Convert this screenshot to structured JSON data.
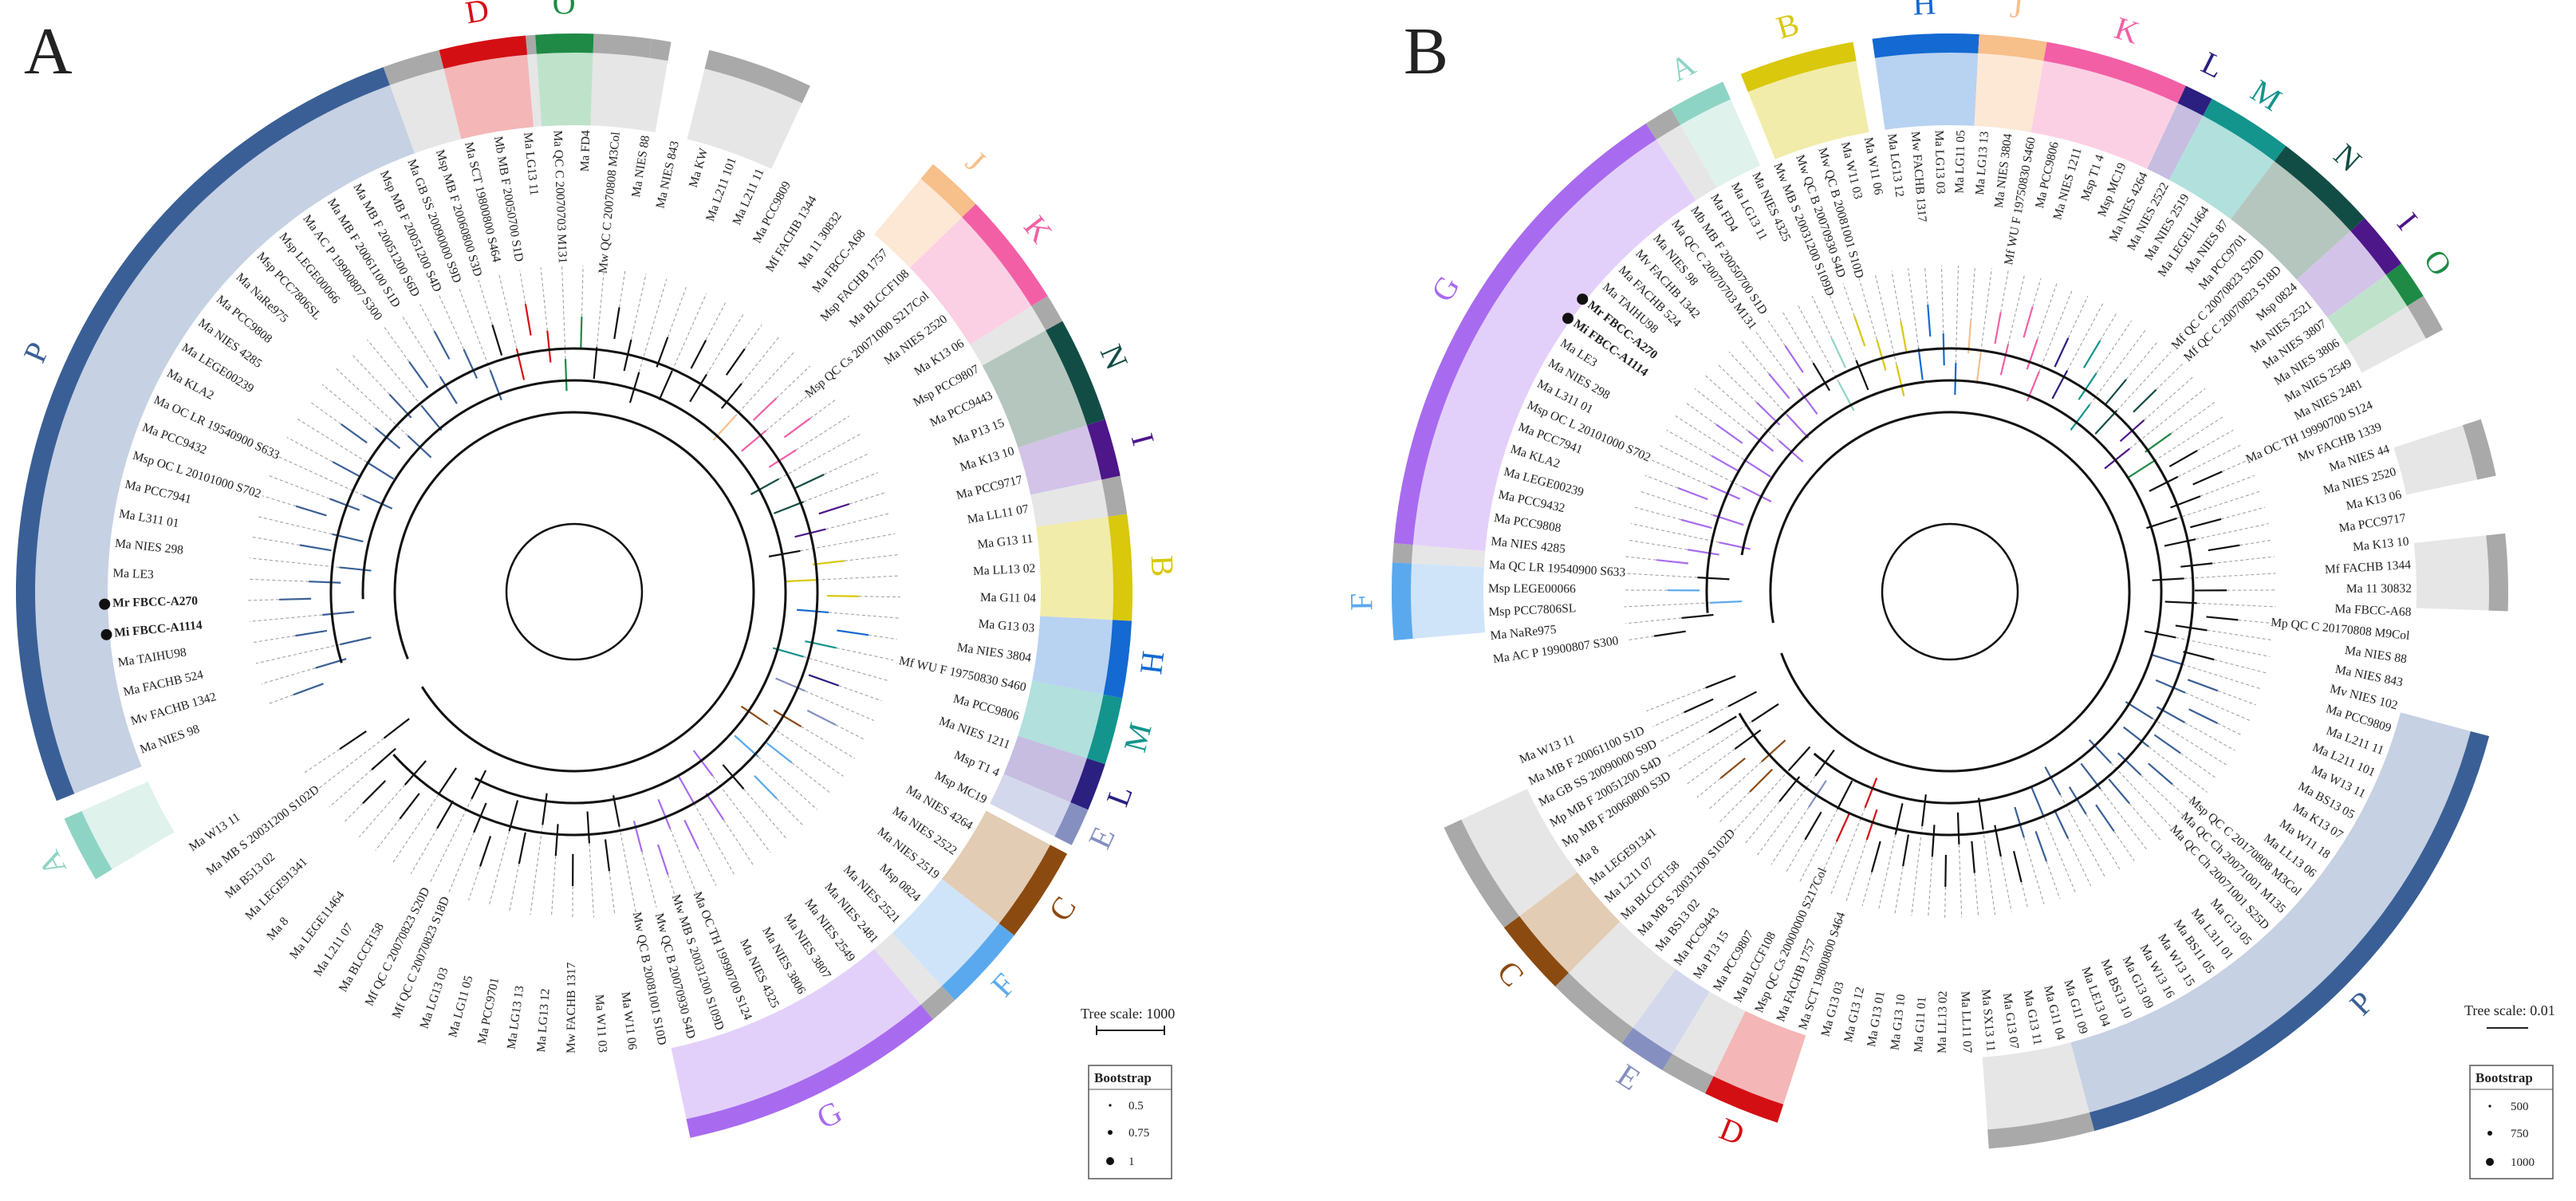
{
  "panels": [
    {
      "letter": "A",
      "clades": [
        {
          "name": "P",
          "color": "#3a5f96",
          "bg": "#c6d1e3"
        },
        {
          "name": "D",
          "color": "#d40f14",
          "bg": "#f4b6b6"
        },
        {
          "name": "O",
          "color": "#1e8a45",
          "bg": "#bfe2cb"
        },
        {
          "name": "J",
          "color": "#f7bf8a",
          "bg": "#fde8d6"
        },
        {
          "name": "K",
          "color": "#f35fa5",
          "bg": "#fcd0e4"
        },
        {
          "name": "N",
          "color": "#124d45",
          "bg": "#b5c6bf"
        },
        {
          "name": "I",
          "color": "#4d1689",
          "bg": "#d3c3e8"
        },
        {
          "name": "B",
          "color": "#d9c80b",
          "bg": "#f1eca9"
        },
        {
          "name": "H",
          "color": "#1469d2",
          "bg": "#b8d2f1"
        },
        {
          "name": "M",
          "color": "#13948c",
          "bg": "#b1e0dd"
        },
        {
          "name": "L",
          "color": "#2b1f80",
          "bg": "#c6bde1"
        },
        {
          "name": "E",
          "color": "#8590c0",
          "bg": "#d4d8ec"
        },
        {
          "name": "C",
          "color": "#8b4a10",
          "bg": "#e2ccb4"
        },
        {
          "name": "F",
          "color": "#5aa9ee",
          "bg": "#cfe4f8"
        },
        {
          "name": "G",
          "color": "#a86bef",
          "bg": "#e3d0fa"
        },
        {
          "name": "A",
          "color": "#8ed4c4",
          "bg": "#dff2ec"
        }
      ],
      "leaves": [
        "Ma NIES 98",
        "Mv FACHB 1342",
        "Ma FACHB 524",
        "Ma TAIHU98",
        "Mi FBCC-A1114",
        "Mr FBCC-A270",
        "Ma LE3",
        "Ma NIES 298",
        "Ma L311 01",
        "Ma PCC7941",
        "Msp OC L 20101000 S702",
        "Ma PCC9432",
        "Ma OC LR 19540900 S633",
        "Ma KLA2",
        "Ma LEGE00239",
        "Ma NIES 4285",
        "Ma PCC9808",
        "Ma NaRe975",
        "Msp PCC7806SL",
        "Msp LEGE00066",
        "Ma AC P 19900807 S300",
        "Ma MB F 20061100 S1D",
        "Ma MB F 20051200 S6D",
        "Msp MB F 20051200 S4D",
        "Ma GB SS 20090000 S9D",
        "Msp MB F 20060800 S3D",
        "Ma SCT 19800800 S464",
        "Mb MB F 20050700 S1D",
        "Ma LG13 11",
        "Ma QC C 20070703 M131",
        "Ma FD4",
        "Mw QC C 20070808 M3Col",
        "Ma NIES 88",
        "Ma NIES 843",
        "Ma KW",
        "Ma L211 101",
        "Ma L211 11",
        "Ma PCC9809",
        "Mf FACHB 1344",
        "Ma 11 30832",
        "Ma FBCC-A68",
        "Msp FACHB 1757",
        "Ma BLCCF108",
        "Msp QC Cs 20071000 S217Col",
        "Ma NIES 2520",
        "Ma K13 06",
        "Msp PCC9807",
        "Ma PCC9443",
        "Ma P13 15",
        "Ma K13 10",
        "Ma PCC9717",
        "Ma LL11 07",
        "Ma G13 11",
        "Ma LL13 02",
        "Ma G11 04",
        "Ma G13 03",
        "Ma NIES 3804",
        "Mf WU F 19750830 S460",
        "Ma PCC9806",
        "Ma NIES 1211",
        "Msp T1 4",
        "Msp MC19",
        "Ma NIES 4264",
        "Ma NIES 2522",
        "Ma NIES 2519",
        "Msp 0824",
        "Ma NIES 2521",
        "Ma NIES 2481",
        "Ma NIES 2549",
        "Ma NIES 3807",
        "Ma NIES 3806",
        "Ma NIES 4325",
        "Ma OC TH 19990700 S124",
        "Mw MB S 20031200 S109D",
        "Mw QC B 20070930 S4D",
        "Mw QC B 20081001 S10D",
        "Ma W11 06",
        "Ma W11 03",
        "Mw FACHB 1317",
        "Ma LG13 12",
        "Ma LG13 13",
        "Ma PCC9701",
        "Ma LG11 05",
        "Ma LG13 03",
        "Mf QC C 20070823 S18D",
        "Mf QC C 20070823 S20D",
        "Ma BLCCF158",
        "Ma L211 07",
        "Ma LEGE11464",
        "Ma 8",
        "Ma LEGE91341",
        "Ma B513 02",
        "Ma MB S 20031200 S102D",
        "Ma W13 11"
      ],
      "bold_leaves": [
        "Mi FBCC-A1114",
        "Mr FBCC-A270"
      ],
      "scale_label": "Tree scale: 1000",
      "legend": {
        "title": "Bootstrap",
        "items": [
          "0.5",
          "0.75",
          "1"
        ]
      }
    },
    {
      "letter": "B",
      "clades": [
        {
          "name": "F",
          "color": "#5aa9ee",
          "bg": "#cfe4f8"
        },
        {
          "name": "G",
          "color": "#a86bef",
          "bg": "#e3d0fa"
        },
        {
          "name": "A",
          "color": "#8ed4c4",
          "bg": "#dff2ec"
        },
        {
          "name": "B",
          "color": "#d9c80b",
          "bg": "#f1eca9"
        },
        {
          "name": "H",
          "color": "#1469d2",
          "bg": "#b8d2f1"
        },
        {
          "name": "J",
          "color": "#f7bf8a",
          "bg": "#fde8d6"
        },
        {
          "name": "K",
          "color": "#f35fa5",
          "bg": "#fcd0e4"
        },
        {
          "name": "L",
          "color": "#2b1f80",
          "bg": "#c6bde1"
        },
        {
          "name": "M",
          "color": "#13948c",
          "bg": "#b1e0dd"
        },
        {
          "name": "N",
          "color": "#124d45",
          "bg": "#b5c6bf"
        },
        {
          "name": "I",
          "color": "#4d1689",
          "bg": "#d3c3e8"
        },
        {
          "name": "O",
          "color": "#1e8a45",
          "bg": "#bfe2cb"
        },
        {
          "name": "P",
          "color": "#3a5f96",
          "bg": "#c6d1e3"
        },
        {
          "name": "D",
          "color": "#d40f14",
          "bg": "#f4b6b6"
        },
        {
          "name": "E",
          "color": "#8590c0",
          "bg": "#d4d8ec"
        },
        {
          "name": "C",
          "color": "#8b4a10",
          "bg": "#e2ccb4"
        }
      ],
      "leaves": [
        "Ma AC P 19900807 S300",
        "Ma NaRe975",
        "Msp PCC7806SL",
        "Msp LEGE00066",
        "Ma QC LR 19540900 S633",
        "Ma NIES 4285",
        "Ma PCC9808",
        "Ma PCC9432",
        "Ma LEGE00239",
        "Ma KLA2",
        "Ma PCC7941",
        "Msp OC L 20101000 S702",
        "Ma L311 01",
        "Ma NIES 298",
        "Ma LE3",
        "Mi FBCC-A1114",
        "Mr FBCC-A270",
        "Ma TAIHU98",
        "Ma FACHB 524",
        "Mv FACHB 1342",
        "Ma NIES 98",
        "Ma QC C 20070703 M131",
        "Mb MB F 20050700 S1D",
        "Ma FD4",
        "Ma LG13 11",
        "Ma NIES 4325",
        "Mw MB S 20031200 S109D",
        "Mw QC B 20070930 S4D",
        "Mw QC B 20081001 S10D",
        "Ma W11 03",
        "Ma W11 06",
        "Ma LG13 12",
        "Mw FACHB 1317",
        "Ma LG13 03",
        "Ma LG11 05",
        "Ma LG13 13",
        "Ma NIES 3804",
        "Mf WU F 19750830 S460",
        "Ma PCC9806",
        "Ma NIES 1211",
        "Msp T1 4",
        "Msp MC19",
        "Ma NIES 4264",
        "Ma NIES 2522",
        "Ma NIES 2519",
        "Ma LEGE11464",
        "Ma NIES 87",
        "Ma PCC9701",
        "Mf QC C 20070823 S20D",
        "Mf QC C 20070823 S18D",
        "Msp 0824",
        "Ma NIES 2521",
        "Ma NIES 3807",
        "Ma NIES 3806",
        "Ma NIES 2549",
        "Ma NIES 2481",
        "Ma OC TH 19990700 S124",
        "Mv FACHB 1339",
        "Ma NIES 44",
        "Ma NIES 2520",
        "Ma K13 06",
        "Ma PCC9717",
        "Ma K13 10",
        "Mf FACHB 1344",
        "Ma 11 30832",
        "Ma FBCC-A68",
        "Mp QC C 20170808 M9Col",
        "Ma NIES 88",
        "Ma NIES 843",
        "Mv NIES 102",
        "Ma PCC9809",
        "Ma L211 11",
        "Ma L211 101",
        "Ma W13 11",
        "Ma BS13 05",
        "Ma K13 07",
        "Ma W11 18",
        "Ma LL13 06",
        "Msp QC C 20170808 M3Col",
        "Ma QC Ch 20071001 M135",
        "Ma QC Ch 20071001 S25D",
        "Ma G13 05",
        "Ma L311 01",
        "Ma BS11 05",
        "Ma W13 15",
        "Ma W13 16",
        "Ma G13 09",
        "Ma BS13 10",
        "Ma LE13 04",
        "Ma G11 09",
        "Ma G11 04",
        "Ma G13 11",
        "Ma G13 07",
        "Ma SX13 11",
        "Ma LL11 07",
        "Ma LL13 02",
        "Ma G11 01",
        "Ma G13 10",
        "Ma G13 01",
        "Ma G13 12",
        "Ma G13 03",
        "Ma SCT 19800800 S464",
        "Ma FACHB 1757",
        "Msp QC Cs 20000000 S217Col",
        "Ma BLCCF108",
        "Ma PCC9807",
        "Ma P13 15",
        "Ma PCC9443",
        "Ma BS13 02",
        "Ma MB S 20031200 S102D",
        "Ma BLCCF158",
        "Ma L211 07",
        "Ma LEGE91341",
        "Ma 8",
        "Mp MB F 20060800 S3D",
        "Mp MB F 20051200 S4D",
        "Ma GB SS 20090000 S9D",
        "Ma MB F 20061100 S1D",
        "Ma W13 11"
      ],
      "bold_leaves": [
        "Mi FBCC-A1114",
        "Mr FBCC-A270"
      ],
      "scale_label": "Tree scale: 0.01",
      "legend": {
        "title": "Bootstrap",
        "items": [
          "500",
          "750",
          "1000"
        ]
      }
    }
  ]
}
